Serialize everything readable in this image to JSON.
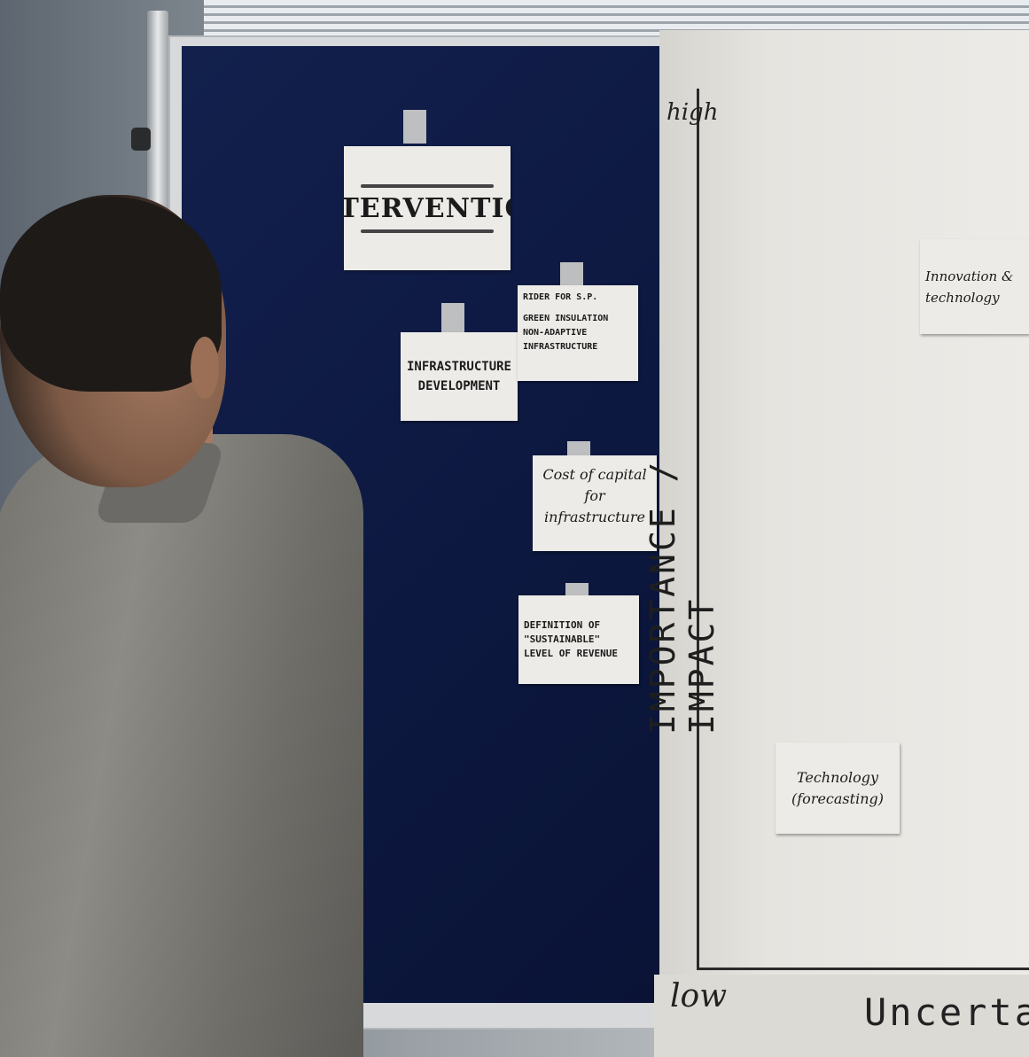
{
  "board_notes": [
    {
      "text": "INTERVENTION"
    },
    {
      "text": "INFRASTRUCTURE DEVELOPMENT"
    },
    {
      "text": "RIDER FOR S.P."
    },
    {
      "text": "GREEN INSULATION NON-ADAPTIVE INFRASTRUCTURE"
    },
    {
      "text": "Cost of capital for infrastructure"
    },
    {
      "text": "DEFINITION OF \"SUSTAINABLE\" LEVEL OF REVENUE"
    }
  ],
  "matrix": {
    "y_axis_label": "IMPORTANCE / IMPACT",
    "y_high": "high",
    "y_low": "low",
    "x_axis_label": "Uncerta",
    "notes": [
      {
        "text": "Innovation & technology"
      },
      {
        "text": "Technology (forecasting)"
      }
    ]
  },
  "colors": {
    "felt": "#0d1941",
    "paper": "#ecebe7",
    "marker": "#2a2a2a"
  }
}
